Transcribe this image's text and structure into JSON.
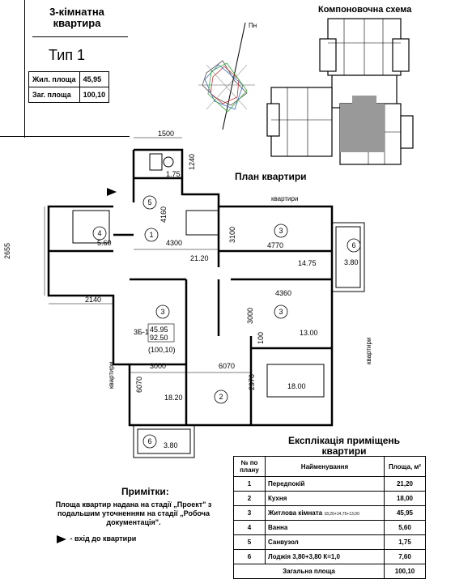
{
  "header": {
    "title_line1": "3-кімнатна",
    "title_line2": "квартира",
    "type_label": "Тип 1",
    "areas": [
      {
        "label": "Жил. площа",
        "value": "45,95"
      },
      {
        "label": "Заг. площа",
        "value": "100,10"
      }
    ]
  },
  "layout_scheme_title": "Компоновочна схема",
  "north_label": "Пн",
  "plan_title": "План квартири",
  "street_label": "квартири",
  "dimensions": {
    "d1500": "1500",
    "d1240": "1240",
    "d4160": "4160",
    "d4300": "4300",
    "d3100": "3100",
    "d4770": "4770",
    "d2655": "2655",
    "d2140": "2140",
    "d4360": "4360",
    "d3000a": "3000",
    "d100": "100",
    "d3000b": "3000",
    "d6070a": "6070",
    "d6070b": "6070",
    "d2970": "2970",
    "d1750": "1.75",
    "d560": "5.60",
    "d2120": "21.20",
    "d1475": "14.75",
    "d1300": "13.00",
    "d1820": "18.20",
    "d1800": "18.00",
    "d380a": "3.80",
    "d380b": "3.80"
  },
  "apartment_block": {
    "code": "3Б-1",
    "living": "45.95",
    "total": "92.50",
    "total_alt": "(100,10)"
  },
  "room_numbers": [
    "1",
    "2",
    "3",
    "3",
    "3",
    "4",
    "5",
    "6",
    "6"
  ],
  "side_labels": {
    "left": "квартири",
    "right": "квартири",
    "top": "квартири"
  },
  "explication": {
    "title_line1": "Експлікація приміщень",
    "title_line2": "квартири",
    "headers": [
      "№ по плану",
      "Найменування",
      "Площа, м²"
    ],
    "rows": [
      {
        "no": "1",
        "name": "Передпокій",
        "extra": "",
        "area": "21,20"
      },
      {
        "no": "2",
        "name": "Кухня",
        "extra": "",
        "area": "18,00"
      },
      {
        "no": "3",
        "name": "Житлова кімната",
        "extra": "18,20+14,75+13,00",
        "area": "45,95"
      },
      {
        "no": "4",
        "name": "Ванна",
        "extra": "",
        "area": "5,60"
      },
      {
        "no": "5",
        "name": "Санвузол",
        "extra": "",
        "area": "1,75"
      },
      {
        "no": "6",
        "name": "Лоджія",
        "extra": "3,80+3,80      К=1,0",
        "area": "7,60"
      }
    ],
    "total_label": "Загальна площа",
    "total_value": "100,10"
  },
  "notes": {
    "title": "Примітки:",
    "text": "Площа квартир надана на стадії „Проект\" з подальшим уточненням на стадії „Робоча документація\".",
    "entry_legend": "- вхід до квартири"
  }
}
